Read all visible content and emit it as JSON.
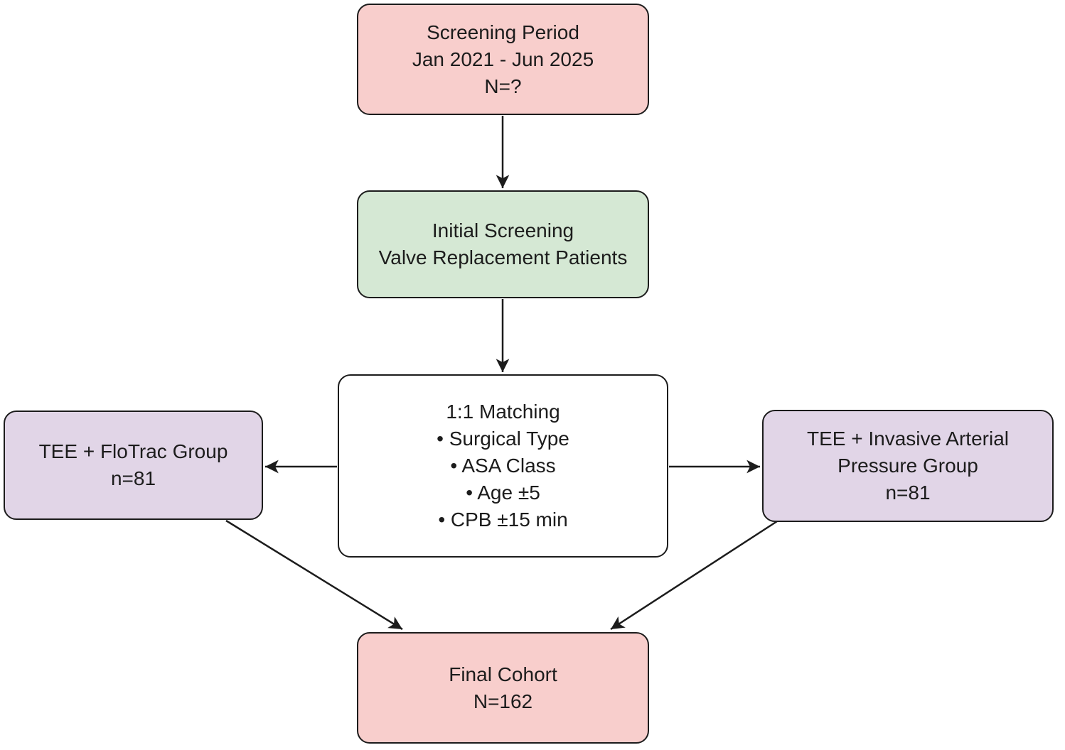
{
  "diagram": {
    "kind": "study-cohort-flowchart",
    "nodes": {
      "screening_period": {
        "lines": [
          "Screening Period",
          "Jan 2021 - Jun 2025",
          "N=?"
        ]
      },
      "initial_screening": {
        "lines": [
          "Initial Screening",
          "Valve Replacement Patients"
        ]
      },
      "matching": {
        "lines": [
          "1:1 Matching",
          "• Surgical Type",
          "• ASA Class",
          "• Age ±5",
          "• CPB ±15 min"
        ]
      },
      "tee_flotrac": {
        "lines": [
          "TEE + FloTrac Group",
          "n=81"
        ]
      },
      "tee_invasive": {
        "lines": [
          "TEE + Invasive Arterial",
          "Pressure Group",
          "n=81"
        ]
      },
      "final_cohort": {
        "lines": [
          "Final Cohort",
          "N=162"
        ]
      }
    },
    "colors": {
      "pink": "#f8cecc",
      "green": "#d5e8d4",
      "purple": "#e1d5e7",
      "white": "#ffffff",
      "outline": "#1c1c1c",
      "arrow": "#1c1c1c",
      "text": "#1c1c1c"
    }
  }
}
